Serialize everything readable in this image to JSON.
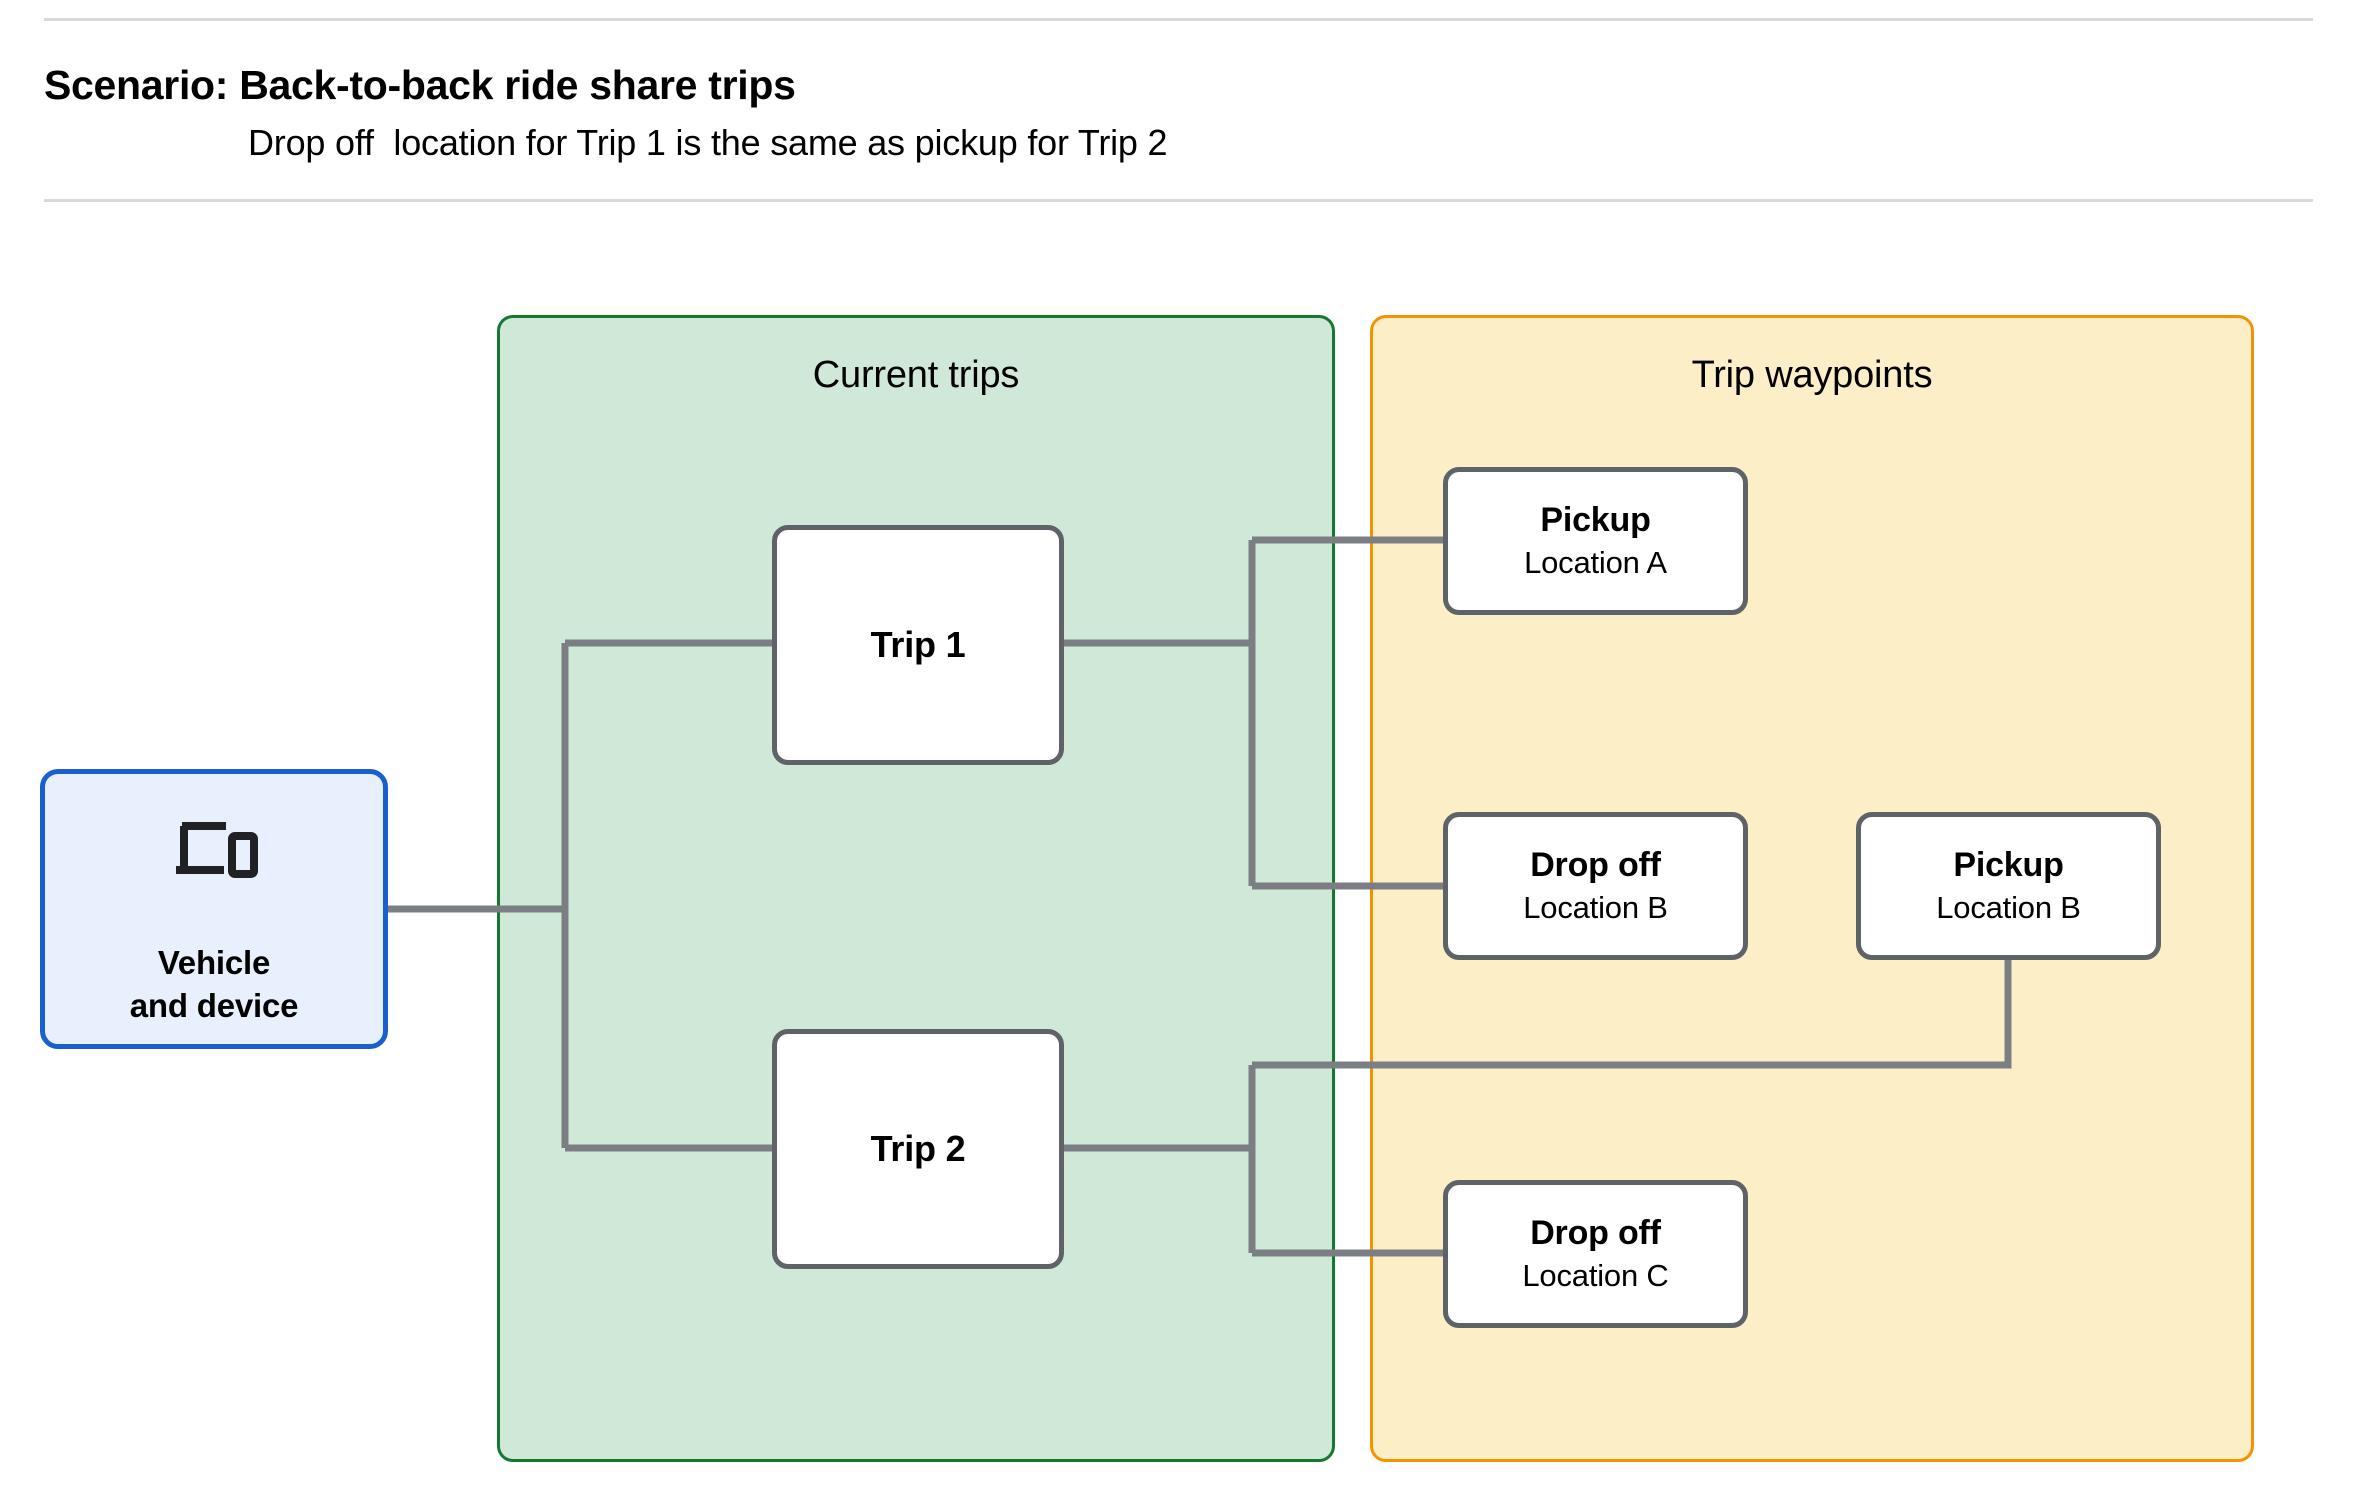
{
  "header": {
    "title": "Scenario: Back-to-back ride share trips",
    "subtitle": "Drop off  location for Trip 1 is the same as pickup for Trip 2"
  },
  "groups": {
    "current_trips": {
      "label": "Current trips",
      "fill": "#cfe8d8",
      "border": "#14782f"
    },
    "trip_waypoints": {
      "label": "Trip waypoints",
      "fill": "#fcefc7",
      "border": "#f59200"
    }
  },
  "nodes": {
    "vehicle_device": {
      "label": "Vehicle\nand device",
      "icon": "laptop-and-phone-icon",
      "fill": "#e8f0fe",
      "border": "#1a5fce"
    },
    "trip_1": {
      "label": "Trip 1"
    },
    "trip_2": {
      "label": "Trip 2"
    },
    "pickup_a": {
      "title": "Pickup",
      "sub": "Location A"
    },
    "dropoff_b": {
      "title": "Drop off",
      "sub": "Location B"
    },
    "pickup_b": {
      "title": "Pickup",
      "sub": "Location B"
    },
    "dropoff_c": {
      "title": "Drop off",
      "sub": "Location C"
    }
  },
  "connector_color": "#7b7f83",
  "edges": [
    {
      "from": "vehicle_device",
      "to": "trip_1"
    },
    {
      "from": "vehicle_device",
      "to": "trip_2"
    },
    {
      "from": "trip_1",
      "to": "pickup_a"
    },
    {
      "from": "trip_1",
      "to": "dropoff_b"
    },
    {
      "from": "trip_2",
      "to": "pickup_b"
    },
    {
      "from": "trip_2",
      "to": "dropoff_c"
    }
  ]
}
